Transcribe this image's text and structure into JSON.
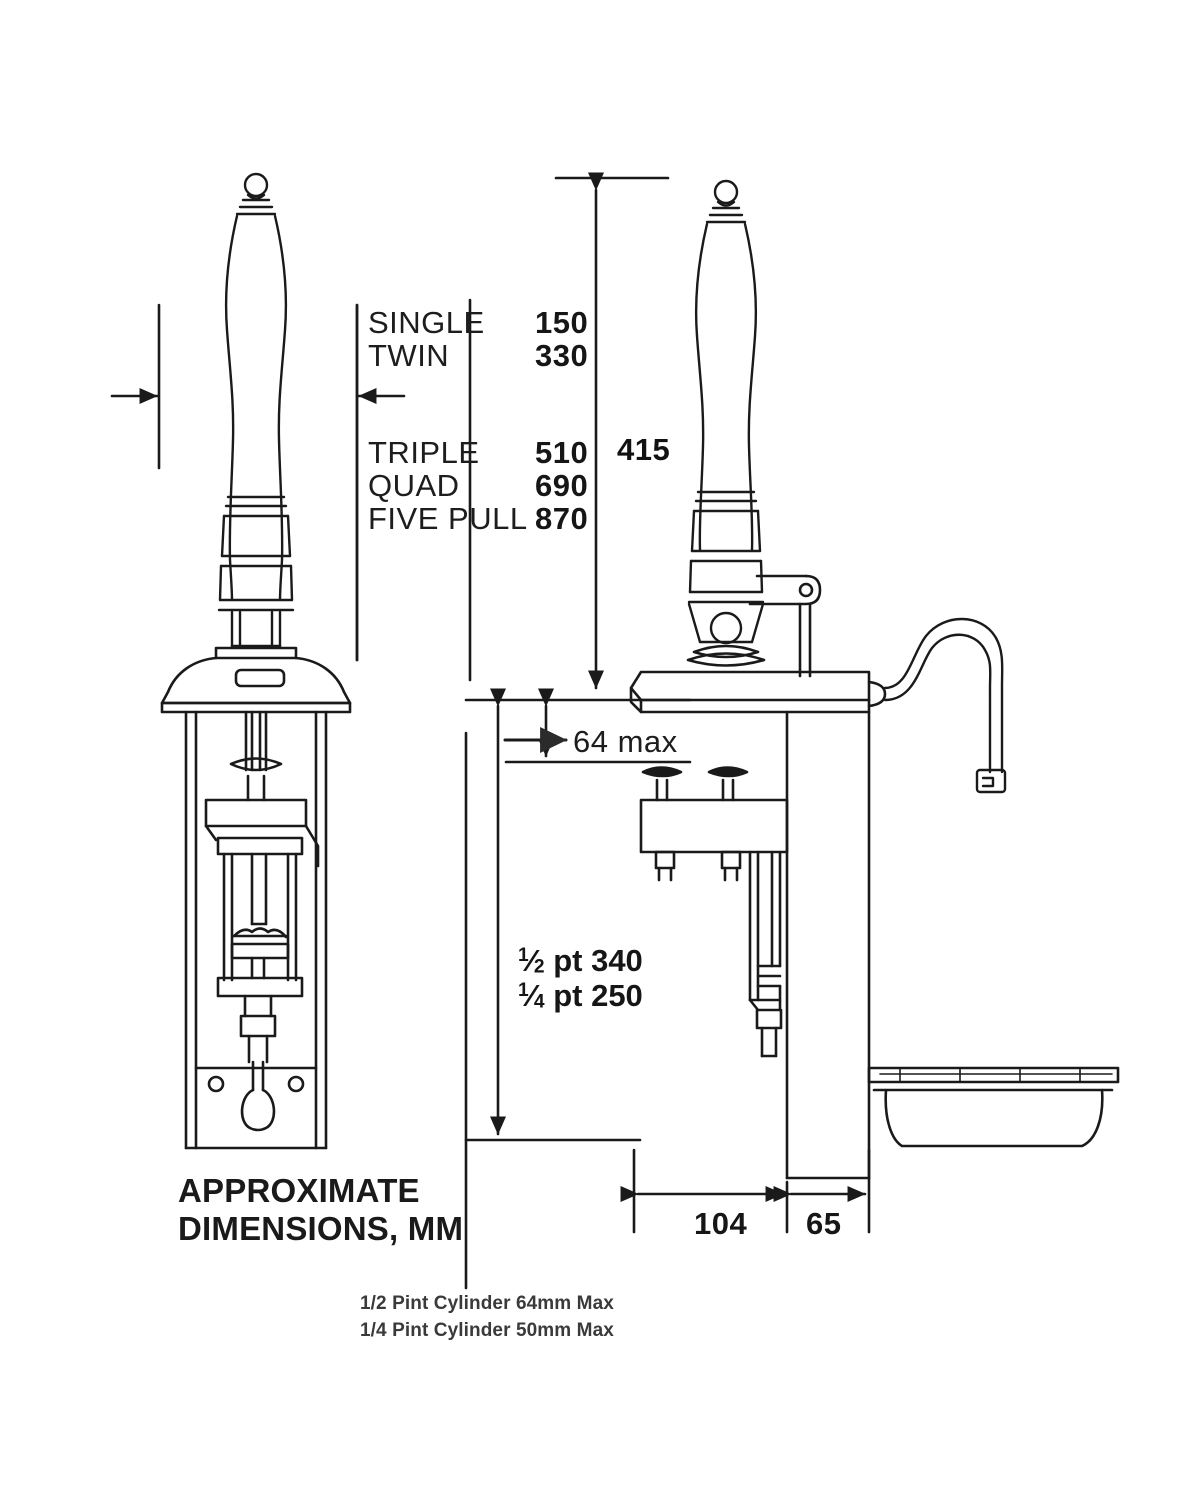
{
  "drawing": {
    "caption_line1": "APPROXIMATE",
    "caption_line2": "DIMENSIONS, MM",
    "units": "MM"
  },
  "height_table": {
    "rows": [
      {
        "label": "SINGLE",
        "value": "150"
      },
      {
        "label": "TWIN",
        "value": "330"
      },
      {
        "label": "TRIPLE",
        "value": "510"
      },
      {
        "label": "QUAD",
        "value": "690"
      },
      {
        "label": "FIVE PULL",
        "value": "870"
      }
    ]
  },
  "dimensions": {
    "overall_height": "415",
    "cylinder_clearance": "64 max",
    "half_pint_stroke": {
      "fraction_num": "1",
      "fraction_den": "2",
      "unit": "pt",
      "value": "340"
    },
    "quarter_pint_stroke": {
      "fraction_num": "1",
      "fraction_den": "4",
      "unit": "pt",
      "value": "250"
    },
    "depth_front": "104",
    "depth_rear": "65"
  },
  "notes": {
    "half_pint_cylinder": "1/2 Pint Cylinder 64mm Max",
    "quarter_pint_cylinder": "1/4 Pint Cylinder 50mm Max"
  },
  "colors": {
    "line": "#1a1a1a",
    "text": "#1a1a1a",
    "background": "#ffffff"
  }
}
